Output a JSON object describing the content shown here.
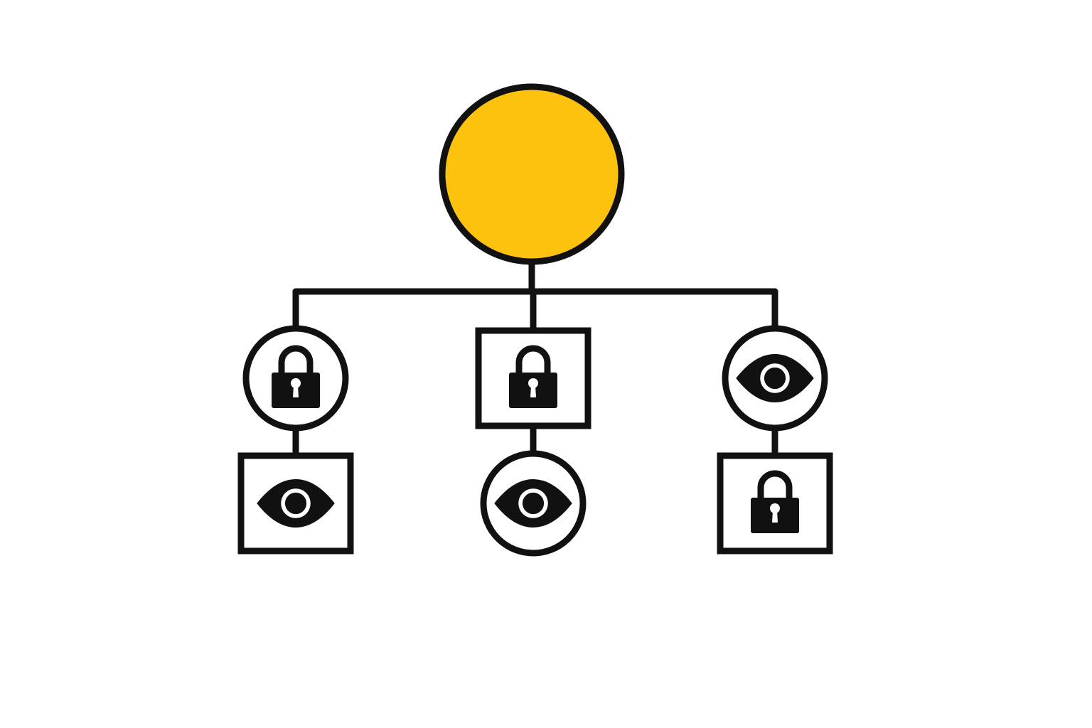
{
  "diagram": {
    "colors": {
      "background": "#ffffff",
      "stroke": "#111111",
      "root_fill": "#fdc20d",
      "node_fill": "#ffffff",
      "icon_fill": "#111111"
    },
    "root": {
      "shape": "circle",
      "icon": "none"
    },
    "children": [
      {
        "shape": "circle",
        "icon": "lock-icon",
        "child": {
          "shape": "square",
          "icon": "eye-icon"
        }
      },
      {
        "shape": "square",
        "icon": "lock-icon",
        "child": {
          "shape": "circle",
          "icon": "eye-icon"
        }
      },
      {
        "shape": "circle",
        "icon": "eye-icon",
        "child": {
          "shape": "square",
          "icon": "lock-icon"
        }
      }
    ]
  }
}
